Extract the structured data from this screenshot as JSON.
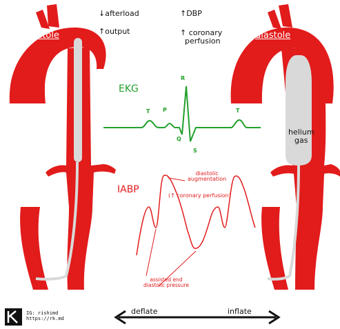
{
  "labels": {
    "systole": "systole",
    "diastole": "diastole",
    "afterload": "↓afterload",
    "output": "↑output",
    "dbp": "↑DBP",
    "coronary_perfusion": "↑ coronary\n  perfusion",
    "ekg": "EKG",
    "iabp": "IABP",
    "helium_gas": "helium\ngas",
    "diastolic_augmentation": "diastolic\naugmentation",
    "coronary_perfusion_paren": "(↑ coronary perfusion)",
    "assisted_edp": "assisted end\ndiastolic pressure",
    "deflate": "deflate",
    "inflate": "inflate"
  },
  "ekg_waves": {
    "p": "P",
    "q": "Q",
    "r": "R",
    "s": "S",
    "t1": "T",
    "t2": "T"
  },
  "credit": {
    "ig": "IG: rishimd",
    "url": "https://rk.md"
  },
  "colors": {
    "aorta": "#e21b1b",
    "ekg": "#22a02c",
    "balloon": "#d9d9d9",
    "ink": "#111111"
  }
}
